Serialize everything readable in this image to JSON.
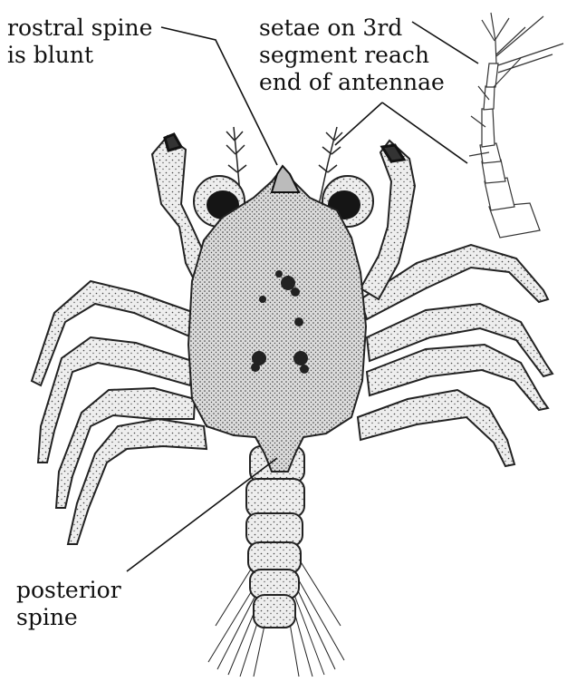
{
  "labels": {
    "rostral": [
      "rostral spine",
      "is blunt"
    ],
    "setae": [
      "setae on 3rd",
      "segment reach",
      "end of antennae"
    ],
    "posterior": [
      "posterior",
      "spine"
    ]
  },
  "colors": {
    "ink": "#111111",
    "body_fill": "#e4e4e4",
    "segment_fill": "#eeeeee",
    "eye": "#151515"
  }
}
